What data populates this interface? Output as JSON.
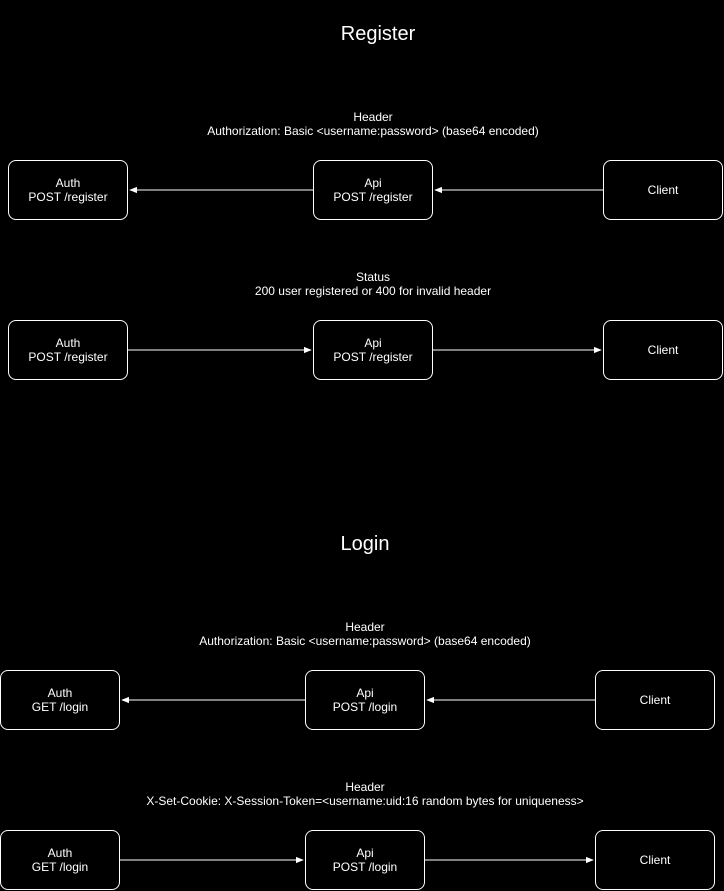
{
  "register": {
    "title": "Register",
    "request": {
      "label_line1": "Header",
      "label_line2": "Authorization: Basic <username:password> (base64 encoded)",
      "auth": {
        "name": "Auth",
        "endpoint": "POST /register"
      },
      "api": {
        "name": "Api",
        "endpoint": "POST /register"
      },
      "client": {
        "name": "Client"
      }
    },
    "response": {
      "label_line1": "Status",
      "label_line2": "200 user registered or 400 for invalid header",
      "auth": {
        "name": "Auth",
        "endpoint": "POST /register"
      },
      "api": {
        "name": "Api",
        "endpoint": "POST /register"
      },
      "client": {
        "name": "Client"
      }
    }
  },
  "login": {
    "title": "Login",
    "request": {
      "label_line1": "Header",
      "label_line2": "Authorization: Basic <username:password> (base64 encoded)",
      "auth": {
        "name": "Auth",
        "endpoint": "GET /login"
      },
      "api": {
        "name": "Api",
        "endpoint": "POST /login"
      },
      "client": {
        "name": "Client"
      }
    },
    "response": {
      "label_line1": "Header",
      "label_line2": "X-Set-Cookie: X-Session-Token=<username:uid:16 random bytes for uniqueness>",
      "auth": {
        "name": "Auth",
        "endpoint": "GET /login"
      },
      "api": {
        "name": "Api",
        "endpoint": "POST /login"
      },
      "client": {
        "name": "Client"
      }
    }
  },
  "colors": {
    "background": "#000000",
    "foreground": "#ffffff"
  }
}
